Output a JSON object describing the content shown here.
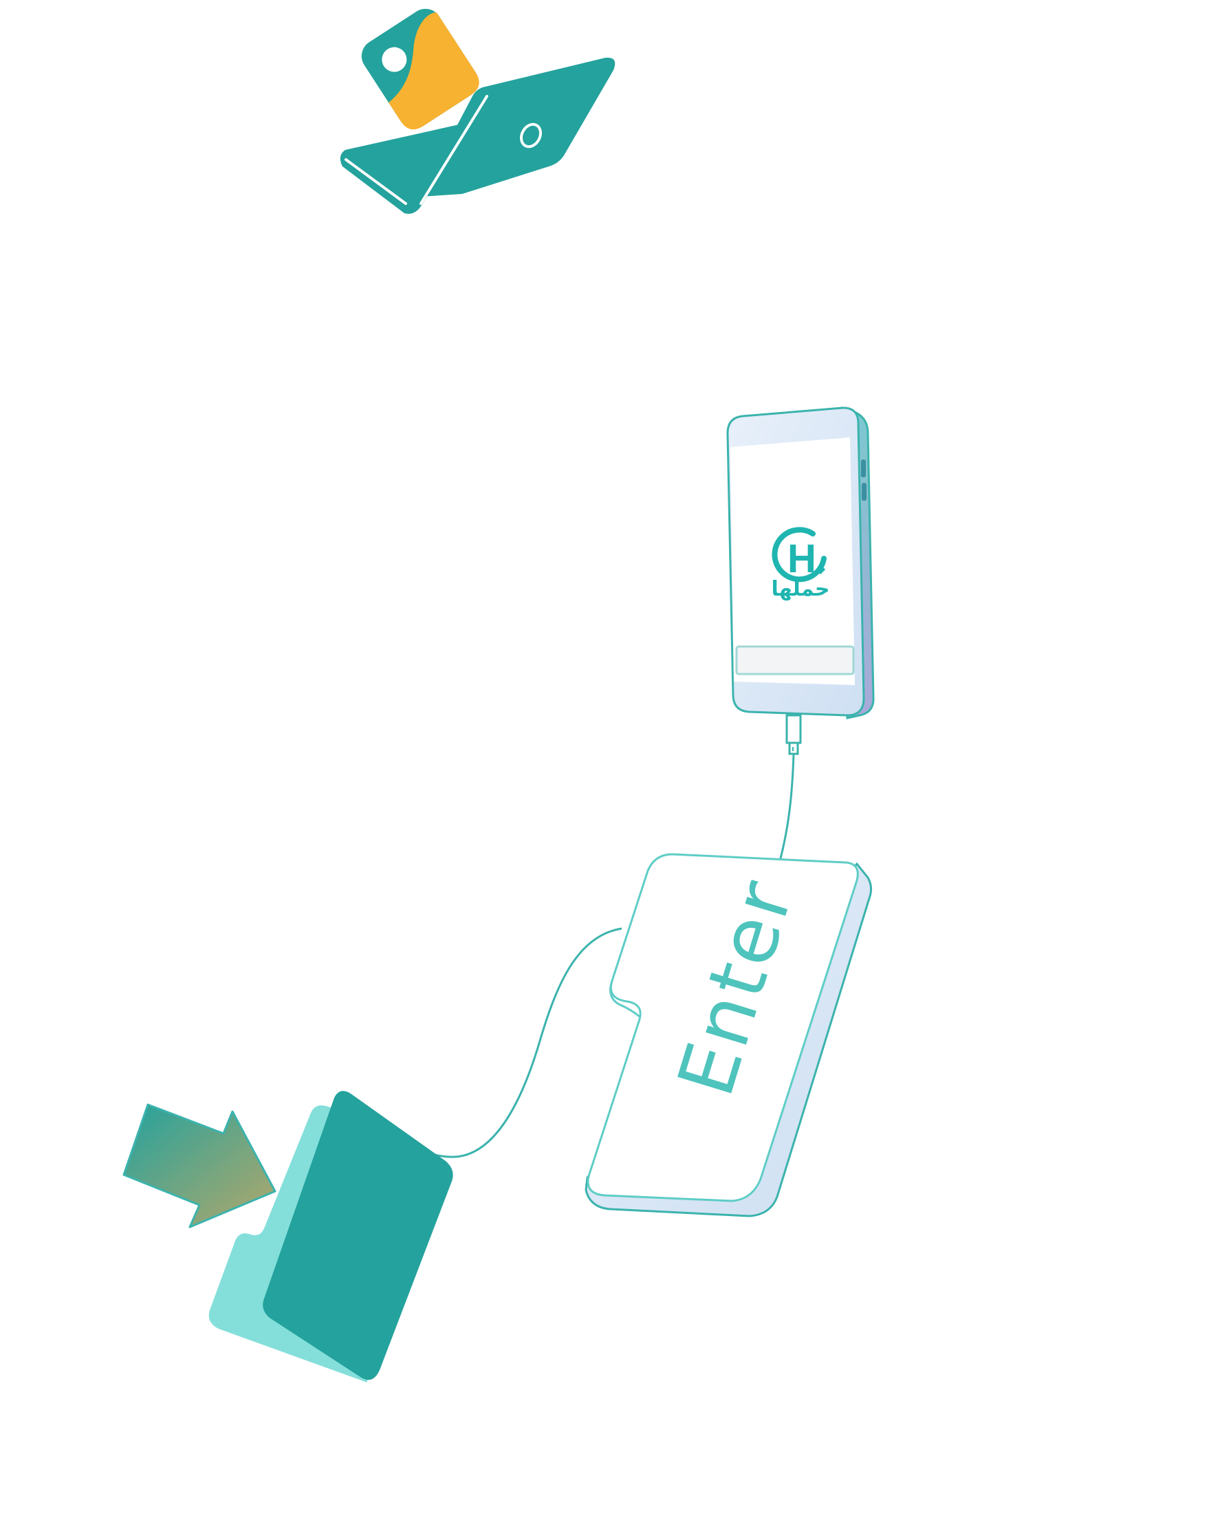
{
  "enter_key": {
    "label": "Enter"
  },
  "phone": {
    "logo_letter": "H",
    "app_name": "حملها",
    "input_value": ""
  },
  "icons": {
    "photo_folder": "open-folder-with-image-icon",
    "phone": "smartphone-icon",
    "cable": "usb-cable-icon",
    "enter_key": "enter-key-icon",
    "arrow": "arrow-right-icon",
    "folder": "folder-icon"
  },
  "colors": {
    "teal": "#24A29D",
    "light_teal": "#84DFDB",
    "orange": "#F8B231",
    "outline": "#3BB3AD",
    "screen_blue": "#D9E6F6",
    "arrow_end": "#B3A86A"
  }
}
